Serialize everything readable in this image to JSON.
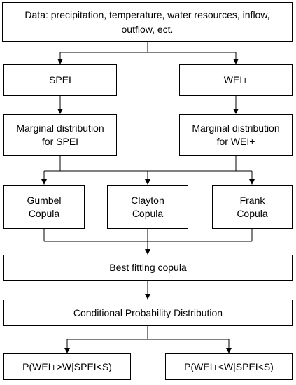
{
  "boxes": {
    "data": {
      "line1": "Data: precipitation, temperature, water resources, inflow,",
      "line2": "outflow, ect."
    },
    "spei": "SPEI",
    "wei": "WEI+",
    "marginal_spei": {
      "line1": "Marginal distribution",
      "line2": "for SPEI"
    },
    "marginal_wei": {
      "line1": "Marginal distribution",
      "line2": "for WEI+"
    },
    "gumbel": {
      "line1": "Gumbel",
      "line2": "Copula"
    },
    "clayton": {
      "line1": "Clayton",
      "line2": "Copula"
    },
    "frank": {
      "line1": "Frank",
      "line2": "Copula"
    },
    "best_fit": "Best fitting copula",
    "conditional": "Conditional Probability Distribution",
    "p_greater": "P(WEI+>W|SPEI<S)",
    "p_less": "P(WEI+<W|SPEI<S)"
  }
}
